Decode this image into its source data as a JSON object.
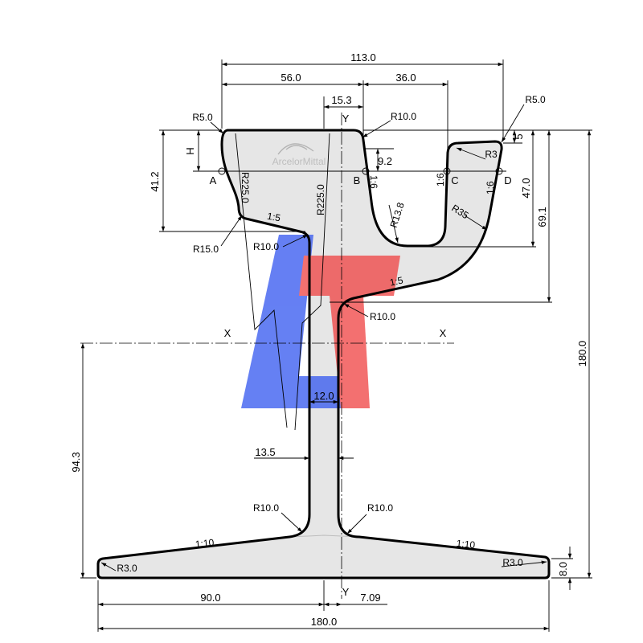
{
  "drawing": {
    "brand_watermark": "ArcelorMittal",
    "axes": {
      "y_top": "Y",
      "y_bottom": "Y",
      "x_left": "X",
      "x_right": "X"
    },
    "reference_points": {
      "a": "A",
      "b": "B",
      "c": "C",
      "d": "D"
    },
    "dimensions": {
      "overall_head_width": "113.0",
      "head_to_b": "56.0",
      "groove_width": "36.0",
      "web_center_to_b": "15.3",
      "gauge_height": "H",
      "head_depth": "41.2",
      "b_depth": "9.2",
      "guard_drop": "5",
      "groove_depth": "47.0",
      "head_to_web": "69.1",
      "rail_height": "180.0",
      "web_thickness": "12.0",
      "neutral_axis_height": "94.3",
      "web_dimension": "13.5",
      "foot_edge": "8.0",
      "half_foot": "90.0",
      "axis_offset": "7.09",
      "foot_width": "180.0"
    },
    "radii": {
      "top_left_corner": "R5.0",
      "gauge_corner": "R10.0",
      "guard_corner": "R5.0",
      "guard_inner": "R3",
      "crown_left": "R225.0",
      "crown_right": "R225.0",
      "groove_bottom": "R13.8",
      "guard_outer": "R35",
      "head_underside": "R15.0",
      "head_web_left": "R10.0",
      "head_web_right": "R10.0",
      "web_foot_left": "R10.0",
      "web_foot_right": "R10.0",
      "foot_tip_left": "R3.0",
      "foot_tip_right": "R3.0"
    },
    "slopes": {
      "b_wall": "1:6",
      "c_wall": "1:6",
      "d_wall": "1:6",
      "head_underside_left": "1:5",
      "head_underside_right": "1:5",
      "foot_left": "1:10",
      "foot_right": "1:10"
    },
    "colors": {
      "rail_fill": "#e6e6e6",
      "outline": "#000000",
      "logo_blue": "#3a5cf0",
      "logo_red": "#f04848",
      "watermark": "#b4b4b4"
    }
  }
}
